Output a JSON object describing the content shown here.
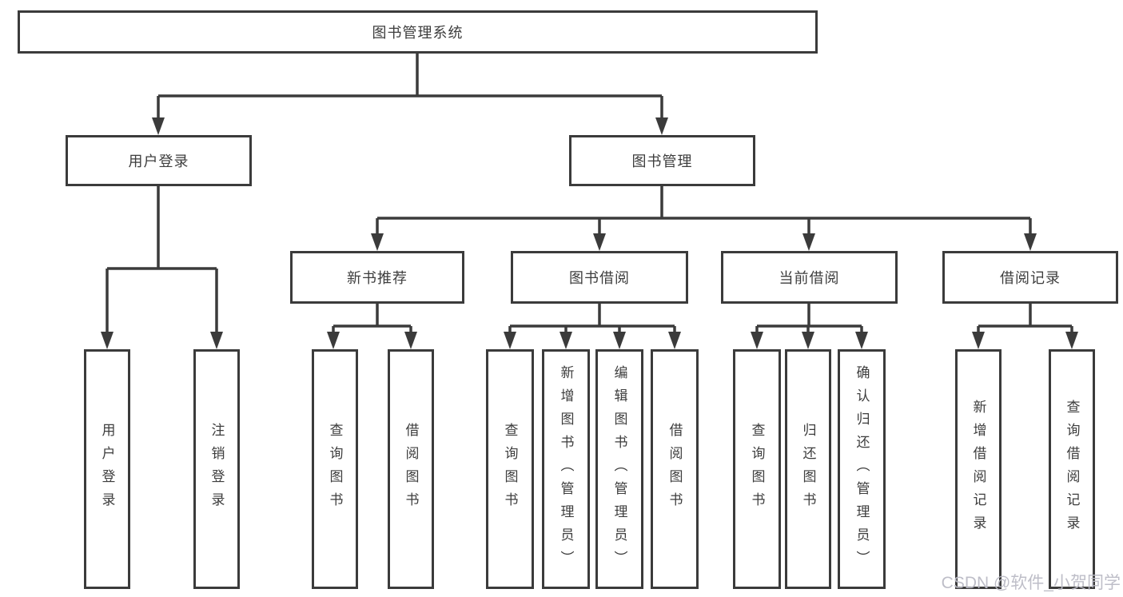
{
  "nodes": {
    "root": {
      "label": "图书管理系统"
    },
    "level2": [
      {
        "label": "用户登录"
      },
      {
        "label": "图书管理"
      }
    ],
    "level3": [
      {
        "label": "新书推荐"
      },
      {
        "label": "图书借阅"
      },
      {
        "label": "当前借阅"
      },
      {
        "label": "借阅记录"
      }
    ],
    "leaves": [
      {
        "label": "用户登录"
      },
      {
        "label": "注销登录"
      },
      {
        "label": "查询图书"
      },
      {
        "label": "借阅图书"
      },
      {
        "label": "查询图书"
      },
      {
        "label": "新增图书（管理员）"
      },
      {
        "label": "编辑图书（管理员）"
      },
      {
        "label": "借阅图书"
      },
      {
        "label": "查询图书"
      },
      {
        "label": "归还图书"
      },
      {
        "label": "确认归还（管理员）"
      },
      {
        "label": "新增借阅记录"
      },
      {
        "label": "查询借阅记录"
      }
    ]
  },
  "watermark": "CSDN @软件_小贺同学",
  "colors": {
    "line": "#3b3b3b",
    "text": "#3d3d3d",
    "watermark": "#babac5",
    "background": "#ffffff"
  }
}
